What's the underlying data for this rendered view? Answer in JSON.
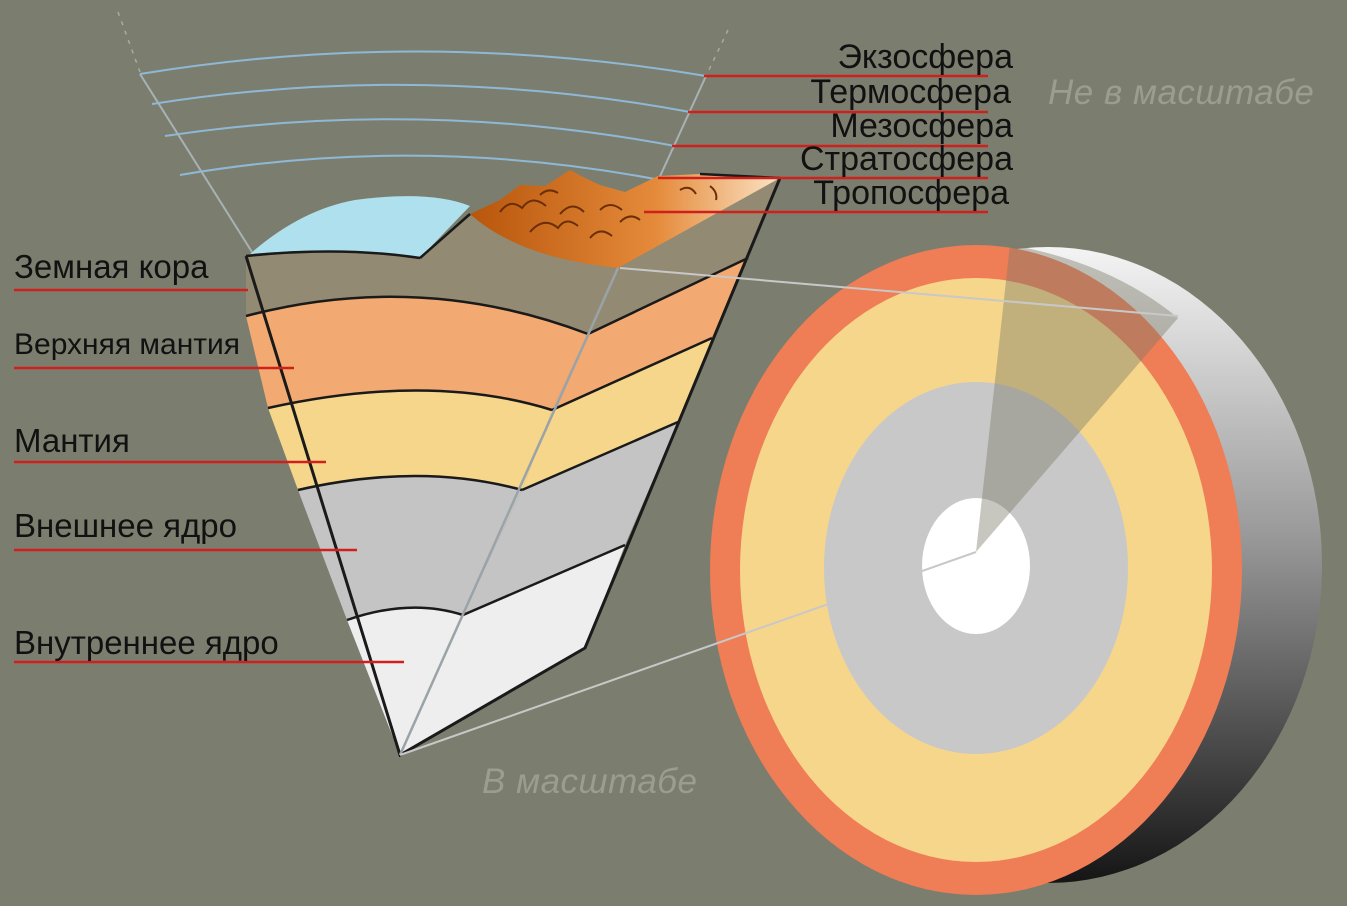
{
  "layers_left": [
    "Земная кора",
    "Верхняя мантия",
    "Мантия",
    "Внешнее ядро",
    "Внутреннее ядро"
  ],
  "layers_right": [
    "Экзосфера",
    "Термосфера",
    "Мезосфера",
    "Стратосфера",
    "Тропосфера"
  ],
  "notes": {
    "not_to_scale": "Не в масштабе",
    "to_scale": "В масштабе"
  },
  "colors": {
    "background": "#7b7e6e",
    "crust": "#928a72",
    "upper_mantle": "#f2aa72",
    "mantle": "#f5d68b",
    "outer_core": "#c4c4c4",
    "inner_core": "#eeeeee",
    "ocean": "#aee0ee",
    "leader_line": "#d0201c",
    "atmosphere_line": "#8fb8d6"
  }
}
